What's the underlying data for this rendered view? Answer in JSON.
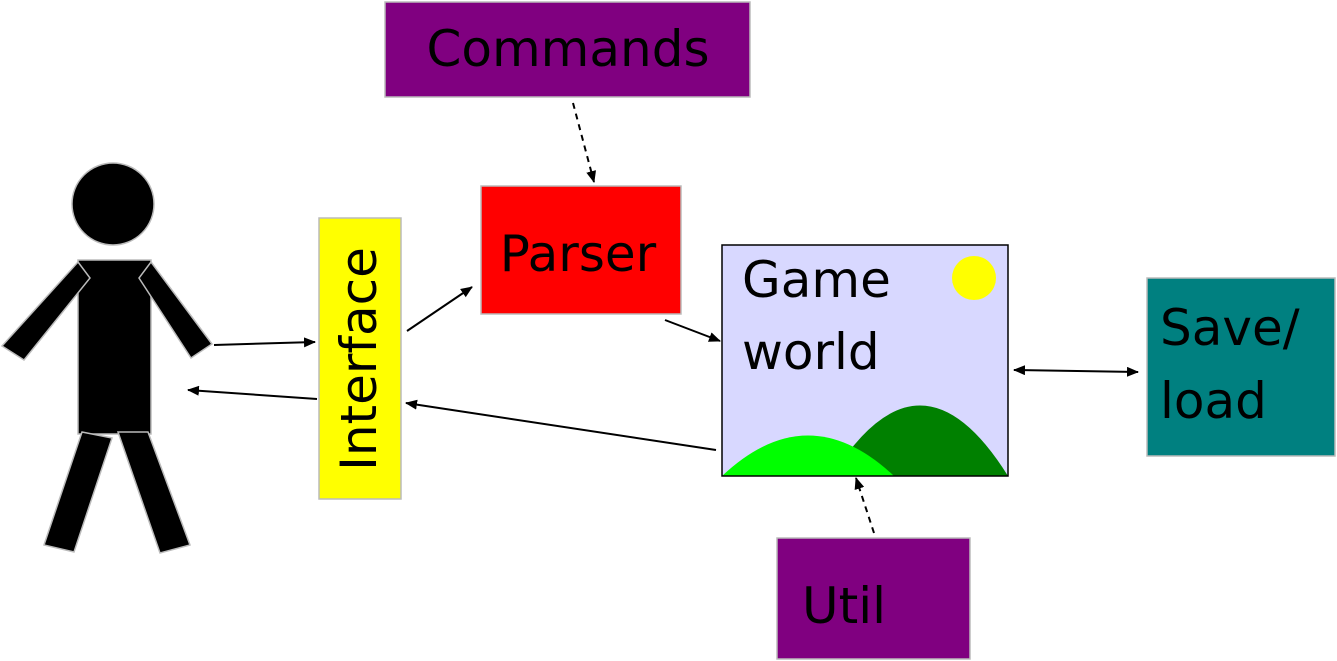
{
  "nodes": {
    "commands": {
      "label": "Commands",
      "color": "#800080"
    },
    "parser": {
      "label": "Parser",
      "color": "#ff0000"
    },
    "interface": {
      "label": "Interface",
      "color": "#ffff00"
    },
    "game_world": {
      "label_line1": "Game",
      "label_line2": "world",
      "color": "#d8d8ff"
    },
    "save_load": {
      "label_line1": "Save/",
      "label_line2": "load",
      "color": "#008080"
    },
    "util": {
      "label": "Util",
      "color": "#800080"
    }
  },
  "illustration": {
    "sun_color": "#ffff00",
    "hill_light_color": "#00ff00",
    "hill_dark_color": "#008000",
    "user_color": "#000000"
  }
}
